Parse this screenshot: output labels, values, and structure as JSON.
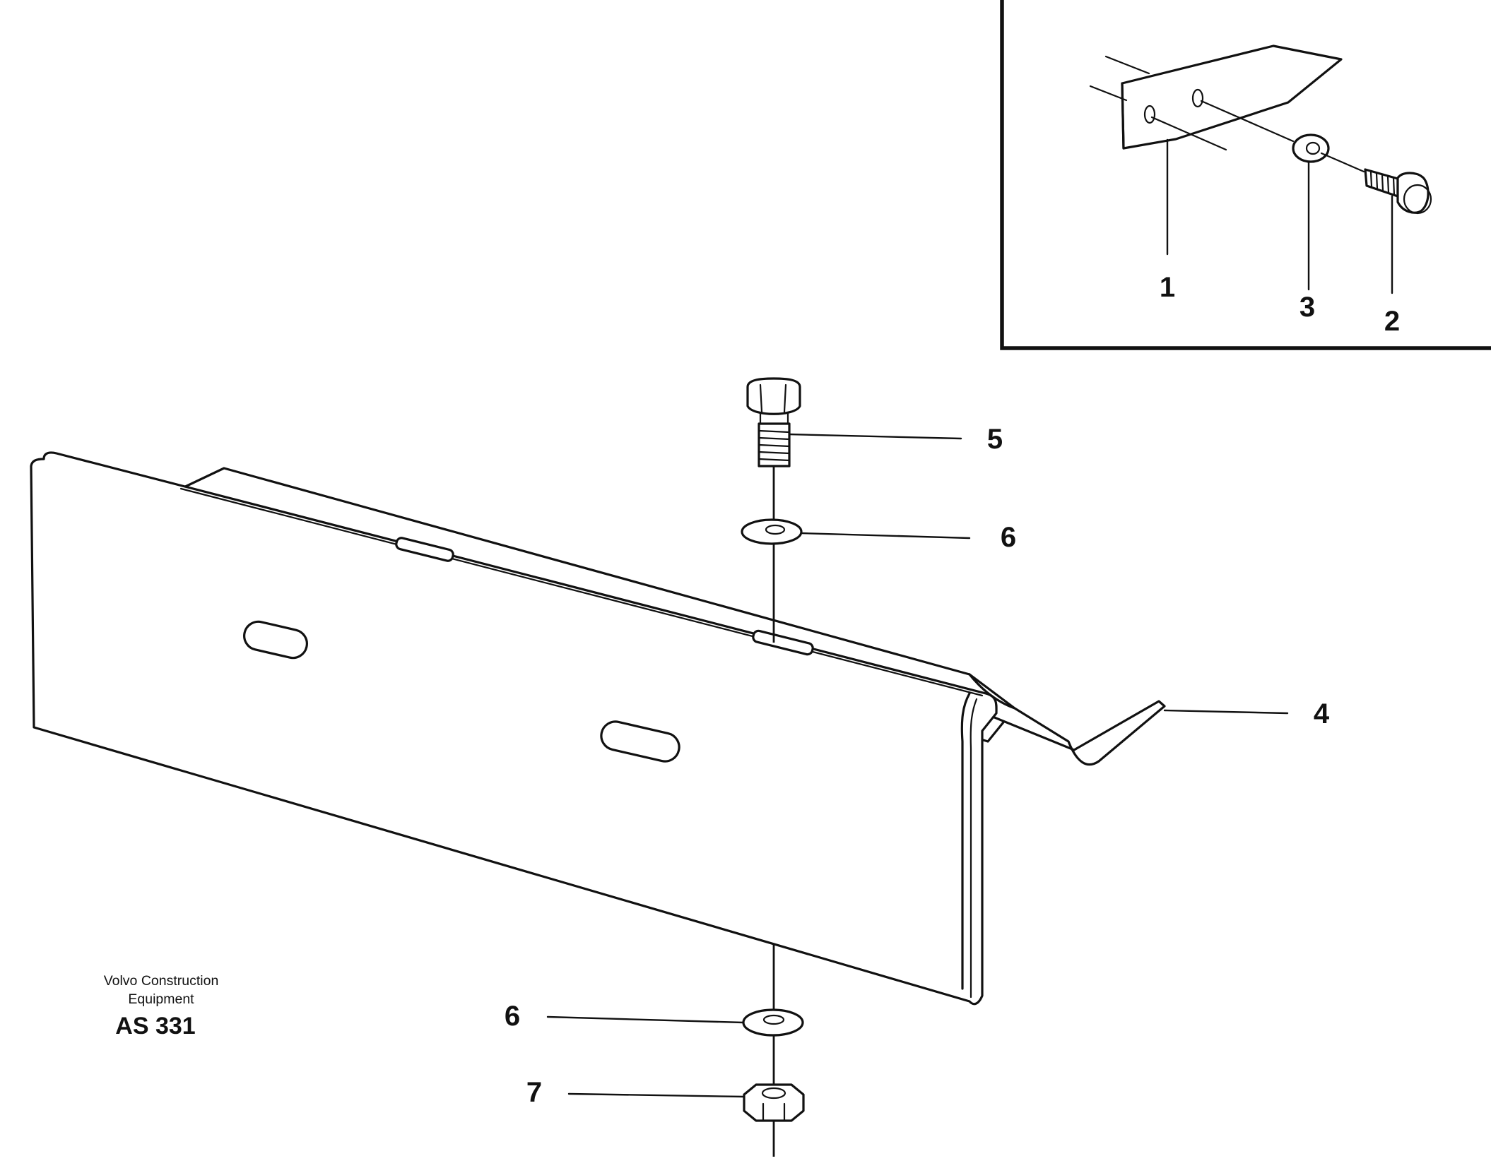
{
  "callouts": {
    "inset": {
      "c1": "1",
      "c2": "2",
      "c3": "3"
    },
    "main": {
      "c4": "4",
      "c5": "5",
      "c6_top": "6",
      "c6_bottom": "6",
      "c7": "7"
    }
  },
  "footer": {
    "company_line1": "Volvo Construction",
    "company_line2": "Equipment",
    "drawing_code": "AS 331"
  },
  "colors": {
    "ink": "#111111",
    "paper": "#ffffff"
  }
}
